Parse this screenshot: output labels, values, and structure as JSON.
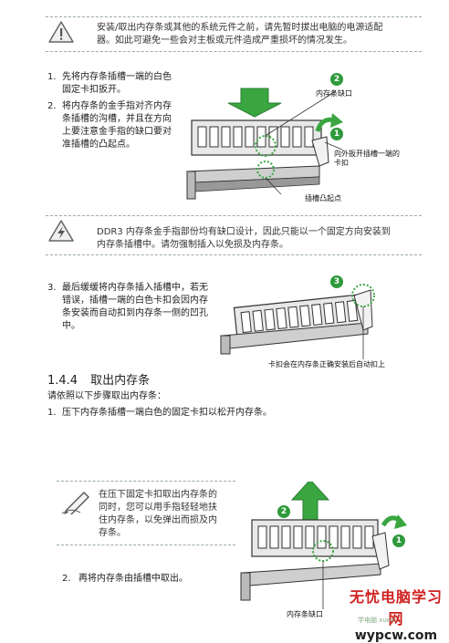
{
  "notes": [
    {
      "icon": "warning-icon",
      "line1": "安装/取出内存条或其他的系统元件之前，请先暂时拔出电脑的电源适配",
      "line2": "器。如此可避免一些会对主板或元件造成严重损坏的情况发生。"
    },
    {
      "icon": "lightning-warning-icon",
      "line1": "DDR3 内存条金手指部份均有缺口设计，因此只能以一个固定方向安装到",
      "line2": "内存条插槽中。请勿强制插入以免损及内存条。"
    },
    {
      "icon": "pen-note-icon",
      "lines": [
        "在压下固定卡扣取出内存条的",
        "同时，您可以用手指轻轻地扶",
        "住内存条，以免弹出而损及内",
        "存条。"
      ]
    }
  ],
  "install_steps": [
    {
      "number": "1.",
      "lines": [
        "先将内存条插槽一端的白色",
        "固定卡扣扳开。"
      ]
    },
    {
      "number": "2.",
      "lines": [
        "将内存条的金手指对齐内存",
        "条插槽的沟槽，并且在方向",
        "上要注意金手指的缺口要对",
        "准插槽的凸起点。"
      ]
    },
    {
      "number": "3.",
      "lines": [
        "最后缓缓将内存条插入插槽中，若无",
        "错误，插槽一端的白色卡扣会因内存",
        "条安装而自动扣到内存条一侧的凹孔",
        "中。"
      ]
    }
  ],
  "diagram1": {
    "badge1": "1",
    "badge2": "2",
    "label_notch": "内存条缺口",
    "label_clip_line1": "向外扳开插槽一端的",
    "label_clip_line2": "卡扣",
    "label_key": "插槽凸起点"
  },
  "diagram2": {
    "badge": "3",
    "label": "卡扣会在内存条正确安装后自动扣上"
  },
  "section": {
    "number": "1.4.4",
    "title": "取出内存条"
  },
  "remove_intro": "请依照以下步骤取出内存条：",
  "remove_steps": [
    {
      "number": "1.",
      "text": "压下内存条插槽一端白色的固定卡扣以松开内存条。"
    },
    {
      "number": "2.",
      "text": "再将内存条由插槽中取出。"
    }
  ],
  "diagram3": {
    "badge1": "1",
    "badge2": "2",
    "label": "内存条缺口"
  },
  "watermark": {
    "line1": "无忧电脑学习网",
    "line2": "wypcw.com",
    "line3": "学电脑 xuexi"
  },
  "colors": {
    "green": "#2e9a3c",
    "arrow_green": "#3aa640",
    "watermark_red": "#d02020"
  }
}
